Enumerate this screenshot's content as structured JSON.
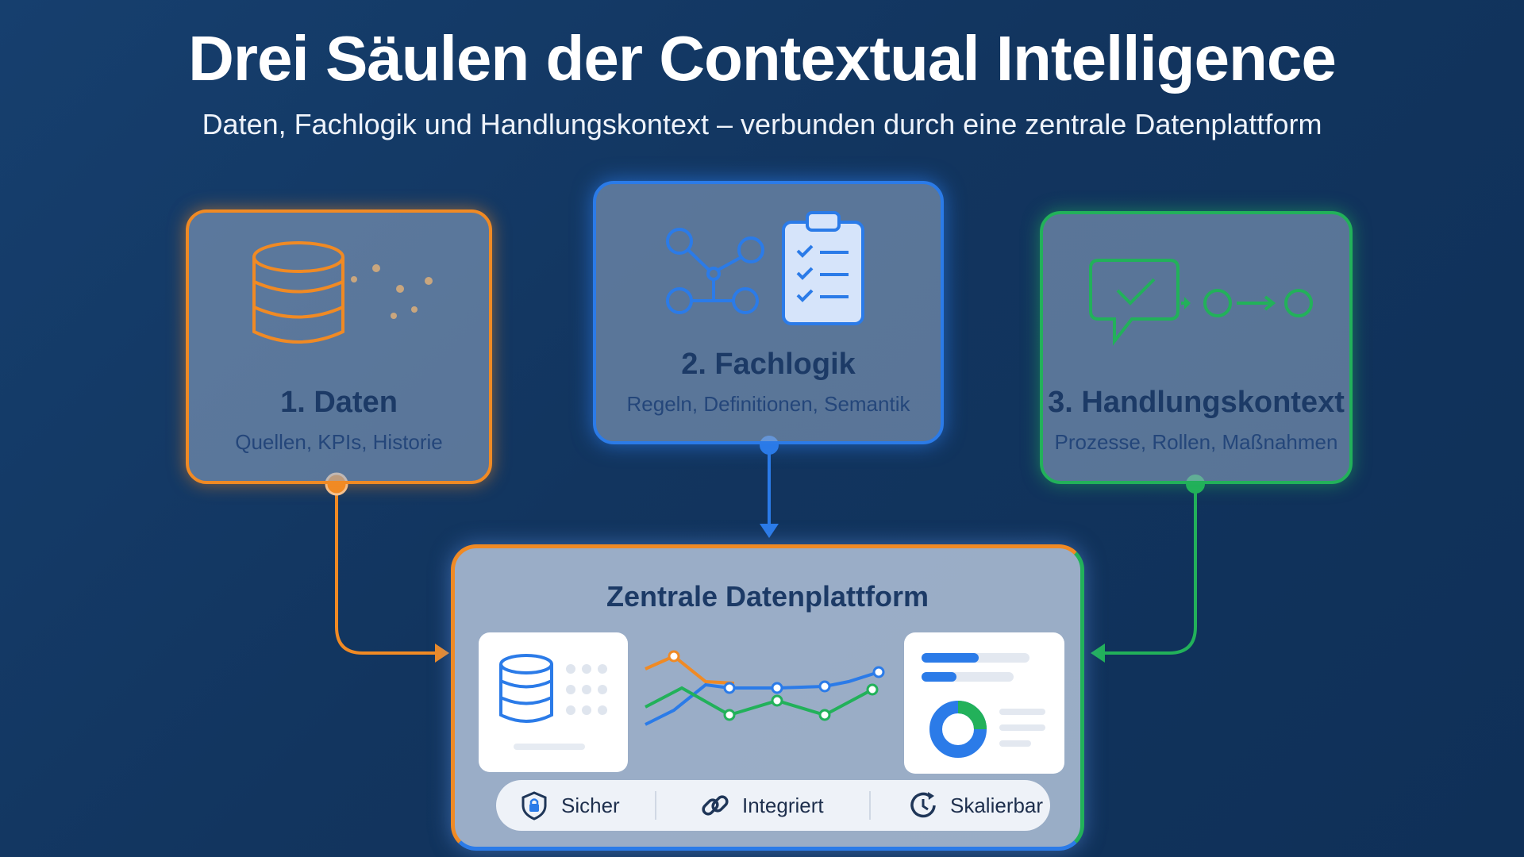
{
  "title": "Drei Säulen der Contextual Intelligence",
  "subtitle": "Daten, Fachlogik und Handlungskontext – verbunden durch eine zentrale Datenplattform",
  "pillars": [
    {
      "title": "1. Daten",
      "subtitle": "Quellen, KPIs, Historie",
      "color": "#f08a24",
      "icon": "database-icon"
    },
    {
      "title": "2. Fachlogik",
      "subtitle": "Regeln, Definitionen, Semantik",
      "color": "#2b7be8",
      "icon": "network-icon"
    },
    {
      "title": "3. Handlungskontext",
      "subtitle": "Prozesse, Rollen, Maßnahmen",
      "color": "#22b15a",
      "icon": "chat-check-icon"
    }
  ],
  "platform": {
    "title": "Zentrale Datenplattform",
    "features": [
      {
        "label": "Sicher",
        "icon": "shield-lock-icon"
      },
      {
        "label": "Integriert",
        "icon": "link-icon"
      },
      {
        "label": "Skalierbar",
        "icon": "clock-icon"
      }
    ]
  },
  "colors": {
    "orange": "#f08a24",
    "blue": "#2b7be8",
    "green": "#22b15a",
    "background": "#133a66"
  }
}
